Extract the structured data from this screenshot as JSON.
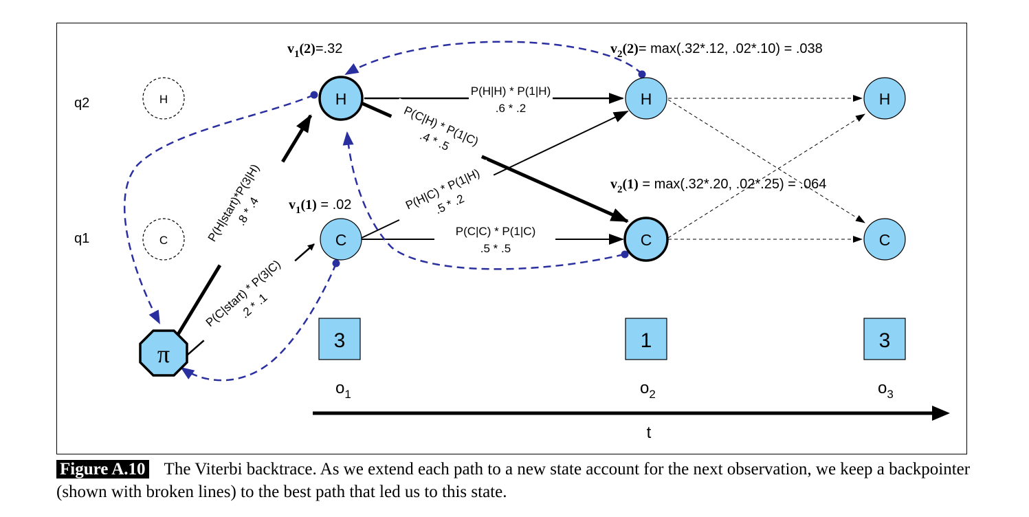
{
  "diagram": {
    "row_labels": {
      "q2": "q2",
      "q1": "q1"
    },
    "ghost_states": {
      "h": "H",
      "c": "C"
    },
    "start_state": "π",
    "states": {
      "t1": {
        "h": "H",
        "c": "C"
      },
      "t2": {
        "h": "H",
        "c": "C"
      },
      "t3": {
        "h": "H",
        "c": "C"
      }
    },
    "viterbi": {
      "v1_2": {
        "name": "v",
        "sub": "1",
        "arg": "(2)",
        "value": "=.32"
      },
      "v1_1": {
        "name": "v",
        "sub": "1",
        "arg": "(1)",
        "value": " = .02"
      },
      "v2_2": {
        "name": "v",
        "sub": "2",
        "arg": "(2)",
        "value": "= max(.32*.12, .02*.10) = .038"
      },
      "v2_1": {
        "name": "v",
        "sub": "2",
        "arg": "(1)",
        "value": " = max(.32*.20, .02*.25) = .064"
      }
    },
    "edge_labels": {
      "start_h": {
        "line1": "P(H|start)*P(3|H)",
        "line2": ".8 * .4"
      },
      "start_c": {
        "line1": "P(C|start) * P(3|C)",
        "line2": ".2 * .1"
      },
      "hh": {
        "line1": "P(H|H) * P(1|H)",
        "line2": ".6 * .2"
      },
      "hc": {
        "line1": "P(C|H) * P(1|C)",
        "line2": ".4 * .5"
      },
      "ch": {
        "line1": "P(H|C) * P(1|H)",
        "line2": ".5 * .2"
      },
      "cc": {
        "line1": "P(C|C) * P(1|C)",
        "line2": ".5 * .5"
      }
    },
    "observations": [
      {
        "value": "3",
        "label": "o",
        "sub": "1"
      },
      {
        "value": "1",
        "label": "o",
        "sub": "2"
      },
      {
        "value": "3",
        "label": "o",
        "sub": "3"
      }
    ],
    "time_axis_label": "t"
  },
  "caption": {
    "figure_label": "Figure A.10",
    "text": "The Viterbi backtrace. As we extend each path to a new state account for the next observation, we keep a backpointer (shown with broken lines) to the best path that led us to this state."
  },
  "colors": {
    "node_fill": "#8fd4f7",
    "backpointer": "#2a2fa0",
    "ink": "#000000"
  }
}
